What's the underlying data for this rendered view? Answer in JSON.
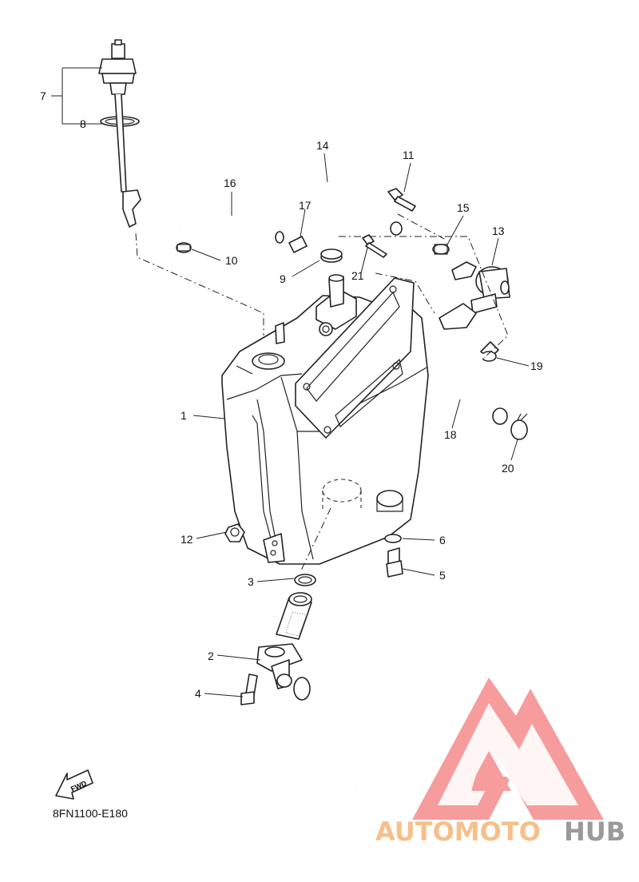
{
  "diagram": {
    "code": "8FN1100-E180",
    "fwd_label": "FWD",
    "callouts": {
      "c1": "1",
      "c2": "2",
      "c3": "3",
      "c4": "4",
      "c5": "5",
      "c6": "6",
      "c7": "7",
      "c8": "8",
      "c9": "9",
      "c10": "10",
      "c11": "11",
      "c12": "12",
      "c13": "13",
      "c14": "14",
      "c15": "15",
      "c16": "16",
      "c17": "17",
      "c18": "18",
      "c19": "19",
      "c20": "20",
      "c21": "21"
    }
  },
  "watermark": {
    "text_a": "AUTOMOTO",
    "text_b": "HUB",
    "color_a": "#f6c08a",
    "color_b": "#9a9a9a",
    "logo_color": "#f47b7b"
  }
}
